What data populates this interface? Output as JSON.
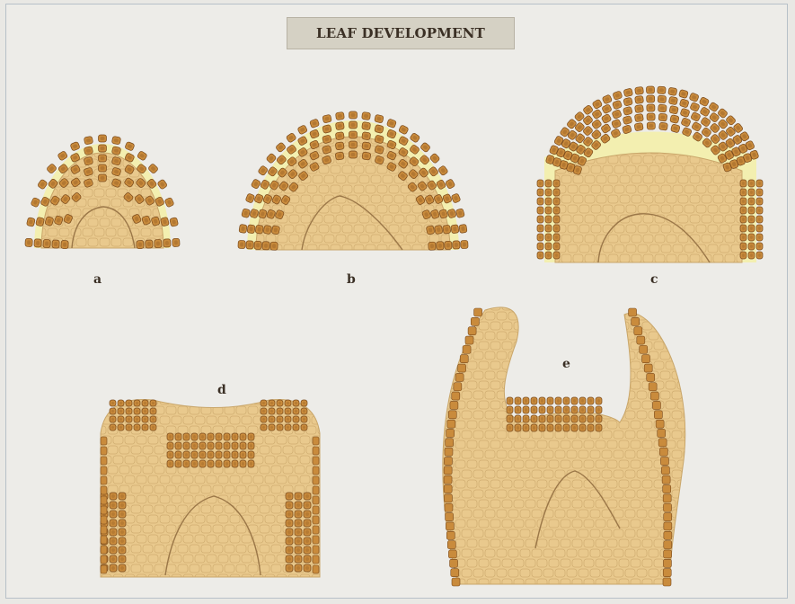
{
  "title": "LEAF DEVELOPMENT",
  "stages": [
    {
      "label": "a"
    },
    {
      "label": "b"
    },
    {
      "label": "c"
    },
    {
      "label": "d"
    },
    {
      "label": "e"
    }
  ],
  "colors": {
    "background": "#edece8",
    "title_box": "#d5d1c4",
    "ground_tissue": "#e9c98d",
    "ground_cell_stroke": "#c9a66a",
    "outer_cell_fill": "#c98b3c",
    "outer_cell_nucleus": "#8a5520",
    "outer_cell_stroke": "#7a4a1c",
    "gap_highlight": "#f3efb0",
    "vascular_line": "#9b7748"
  }
}
